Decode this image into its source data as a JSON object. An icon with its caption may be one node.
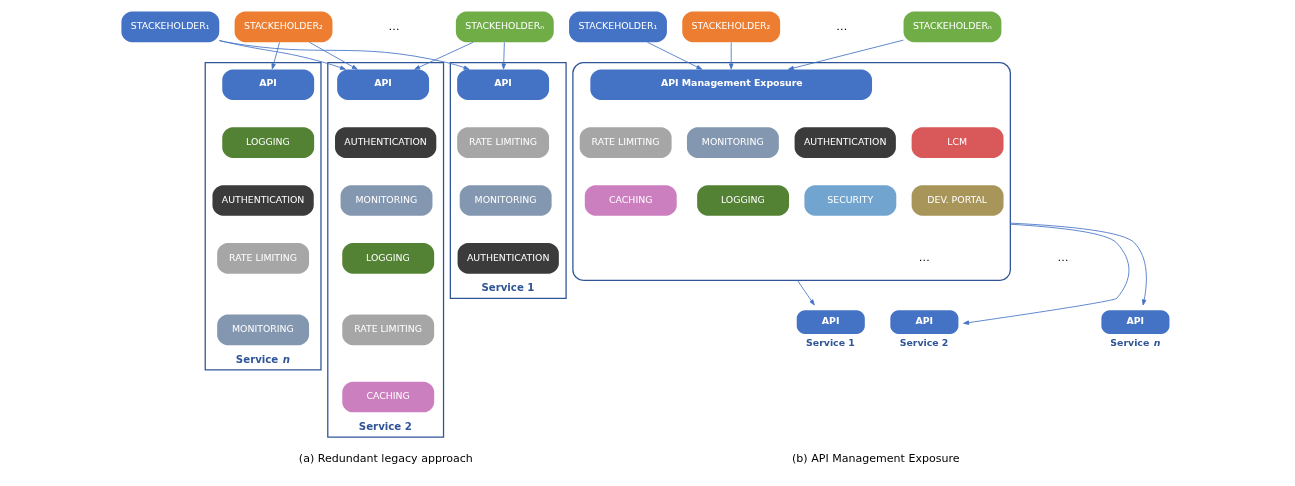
{
  "diagram": {
    "nodes": [
      {
        "text": [
          "STACKEHOLDER₁"
        ]
      },
      {
        "text": [
          "STACKEHOLDER₂"
        ]
      },
      {
        "text": [
          "STACKEHOLDERₙ"
        ]
      },
      {
        "text": [
          "Service 1"
        ]
      },
      {
        "text": [
          "API"
        ],
        "in": 3
      },
      {
        "text": [
          "RATE LIMITING"
        ],
        "in": 3
      },
      {
        "text": [
          "MONITORING"
        ],
        "in": 3
      },
      {
        "text": [
          "AUTHENTICATION"
        ],
        "in": 3
      },
      {
        "text": [
          "Service 2"
        ]
      },
      {
        "text": [
          "API"
        ],
        "in": 8
      },
      {
        "text": [
          "AUTHENTICATION"
        ],
        "in": 8
      },
      {
        "text": [
          "MONITORING"
        ],
        "in": 8
      },
      {
        "text": [
          "LOGGING"
        ],
        "in": 8
      },
      {
        "text": [
          "RATE LIMITING"
        ],
        "in": 8
      },
      {
        "text": [
          "CACHING"
        ],
        "in": 8
      },
      {
        "text": [
          "Service *n*"
        ]
      },
      {
        "text": [
          "API"
        ],
        "in": 15
      },
      {
        "text": [
          "LOGGING"
        ],
        "in": 15
      },
      {
        "text": [
          "AUTHENTICATION"
        ],
        "in": 15
      },
      {
        "text": [
          "RATE LIMITING"
        ],
        "in": 15
      },
      {
        "text": [
          "MONITORING"
        ],
        "in": 15
      },
      {
        "text": [
          "STACKEHOLDER₁"
        ]
      },
      {
        "text": [
          "STACKEHOLDER₂"
        ]
      },
      {
        "text": [
          "STACKEHOLDERₙ"
        ]
      },
      {
        "text": [],
        "shape": "box"
      },
      {
        "text": [
          "API Management Exposure"
        ],
        "in": 24
      },
      {
        "text": [
          "RATE LIMITING"
        ],
        "in": 24
      },
      {
        "text": [
          "MONITORING"
        ],
        "in": 24
      },
      {
        "text": [
          "AUTHENTICATION"
        ],
        "in": 24
      },
      {
        "text": [
          "LCM"
        ],
        "in": 24
      },
      {
        "text": [
          "CACHING"
        ],
        "in": 24
      },
      {
        "text": [
          "LOGGING"
        ],
        "in": 24
      },
      {
        "text": [
          "SECURITY"
        ],
        "in": 24
      },
      {
        "text": [
          "DEV. PORTAL"
        ],
        "in": 24
      },
      {
        "text": [
          "API"
        ],
        "beside": [
          "Service 1"
        ]
      },
      {
        "text": [
          "API"
        ],
        "beside": [
          "Service 2"
        ]
      },
      {
        "text": [
          "API"
        ],
        "beside": [
          "Service *n*"
        ]
      }
    ],
    "edges": [
      {
        "from": 0,
        "to": 4,
        "arrow": "to"
      },
      {
        "from": 0,
        "to": 9,
        "arrow": "to"
      },
      {
        "from": 1,
        "to": 9,
        "arrow": "to"
      },
      {
        "from": 1,
        "to": 16,
        "arrow": "to"
      },
      {
        "from": 2,
        "to": 4,
        "arrow": "to"
      },
      {
        "from": 2,
        "to": 9,
        "arrow": "to"
      },
      {
        "from": 21,
        "to": 25,
        "arrow": "to"
      },
      {
        "from": 22,
        "to": 25,
        "arrow": "to"
      },
      {
        "from": 23,
        "to": 25,
        "arrow": "to"
      },
      {
        "from": 24,
        "to": 34,
        "arrow": "to"
      },
      {
        "from": 24,
        "to": 35,
        "arrow": "to"
      },
      {
        "from": 24,
        "to": 36,
        "arrow": "to"
      }
    ],
    "labels": [
      "…",
      "…",
      "…",
      "…",
      "(a) Redundant legacy approach",
      "(b) API Management Exposure"
    ]
  }
}
